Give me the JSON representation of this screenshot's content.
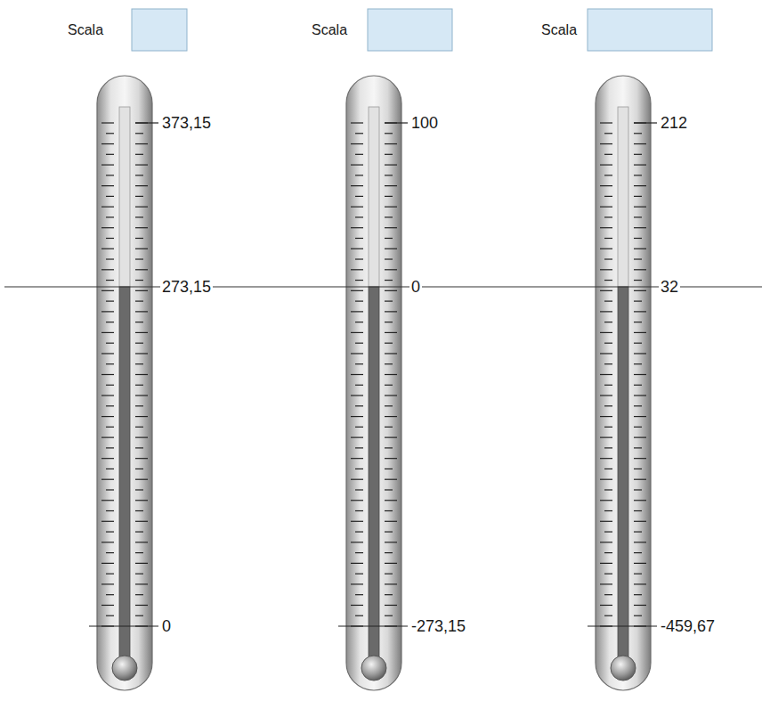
{
  "diagram": {
    "labels": [
      "Scala",
      "Scala",
      "Scala",
      "373,15",
      "273,15",
      "0",
      "100",
      "0",
      "-273,15",
      "212",
      "32",
      "-459,67"
    ]
  }
}
